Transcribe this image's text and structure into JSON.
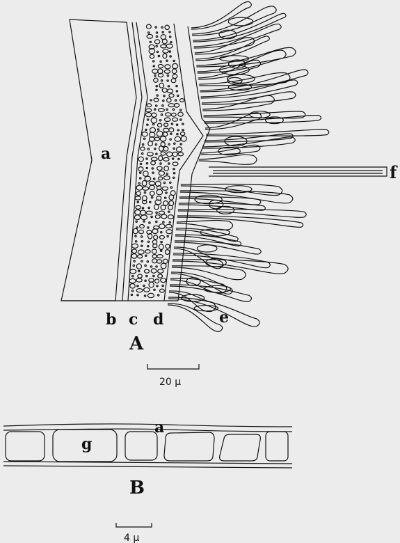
{
  "figure_a": {
    "panel_label": "A",
    "layer_labels": {
      "a": "a",
      "b": "b",
      "c": "c",
      "d": "d",
      "e": "e",
      "f": "f"
    },
    "scale_bar_label": "20 μ"
  },
  "figure_b": {
    "panel_label": "B",
    "layer_labels": {
      "a": "a",
      "g": "g"
    },
    "scale_bar_label": "4 μ"
  }
}
